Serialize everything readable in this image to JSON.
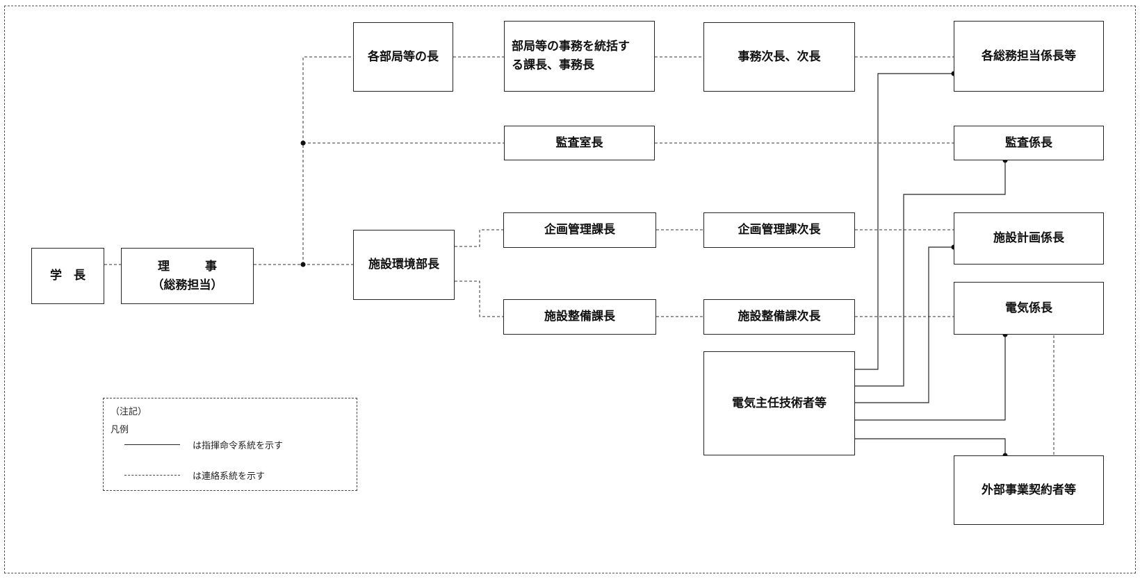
{
  "nodes": {
    "president": "学　長",
    "director": "理　　　事\n（総務担当）",
    "dept_heads": "各部局等の長",
    "section_chiefs": "部局等の事務を統括す\nる課長、事務長",
    "deputy_directors": "事務次長、次長",
    "general_affairs": "各総務担当係長等",
    "audit_office_head": "監査室長",
    "audit_chief": "監査係長",
    "facilities_dept_head": "施設環境部長",
    "planning_mgr": "企画管理課長",
    "planning_deputy": "企画管理課次長",
    "facilities_planning_chief": "施設計画係長",
    "maintenance_mgr": "施設整備課長",
    "maintenance_deputy": "施設整備課次長",
    "electrical_chief": "電気係長",
    "chief_electrical_engineer": "電気主任技術者等",
    "external_contractors": "外部事業契約者等"
  },
  "legend": {
    "note": "（注記）",
    "title": "凡例",
    "command_label": "は指揮命令系統を示す",
    "liaison_label": "は連絡系統を示す"
  }
}
